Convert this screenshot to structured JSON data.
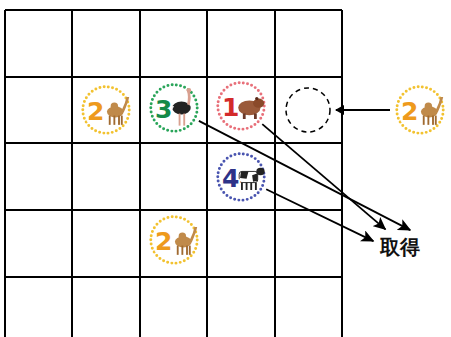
{
  "diagram": {
    "nodes": [
      {
        "text": [
          "2"
        ]
      },
      {
        "text": [
          "3"
        ]
      },
      {
        "text": [
          "1"
        ]
      },
      {
        "text": [
          "2"
        ]
      },
      {
        "text": [
          "4"
        ]
      },
      {
        "text": [
          "2"
        ]
      },
      {
        "text": [
          "取得"
        ]
      }
    ],
    "edges": [
      {
        "from": 1,
        "to": 6,
        "arrow": "to"
      },
      {
        "from": 2,
        "to": 6,
        "arrow": "to"
      },
      {
        "from": 4,
        "to": 6,
        "arrow": "to"
      }
    ]
  }
}
